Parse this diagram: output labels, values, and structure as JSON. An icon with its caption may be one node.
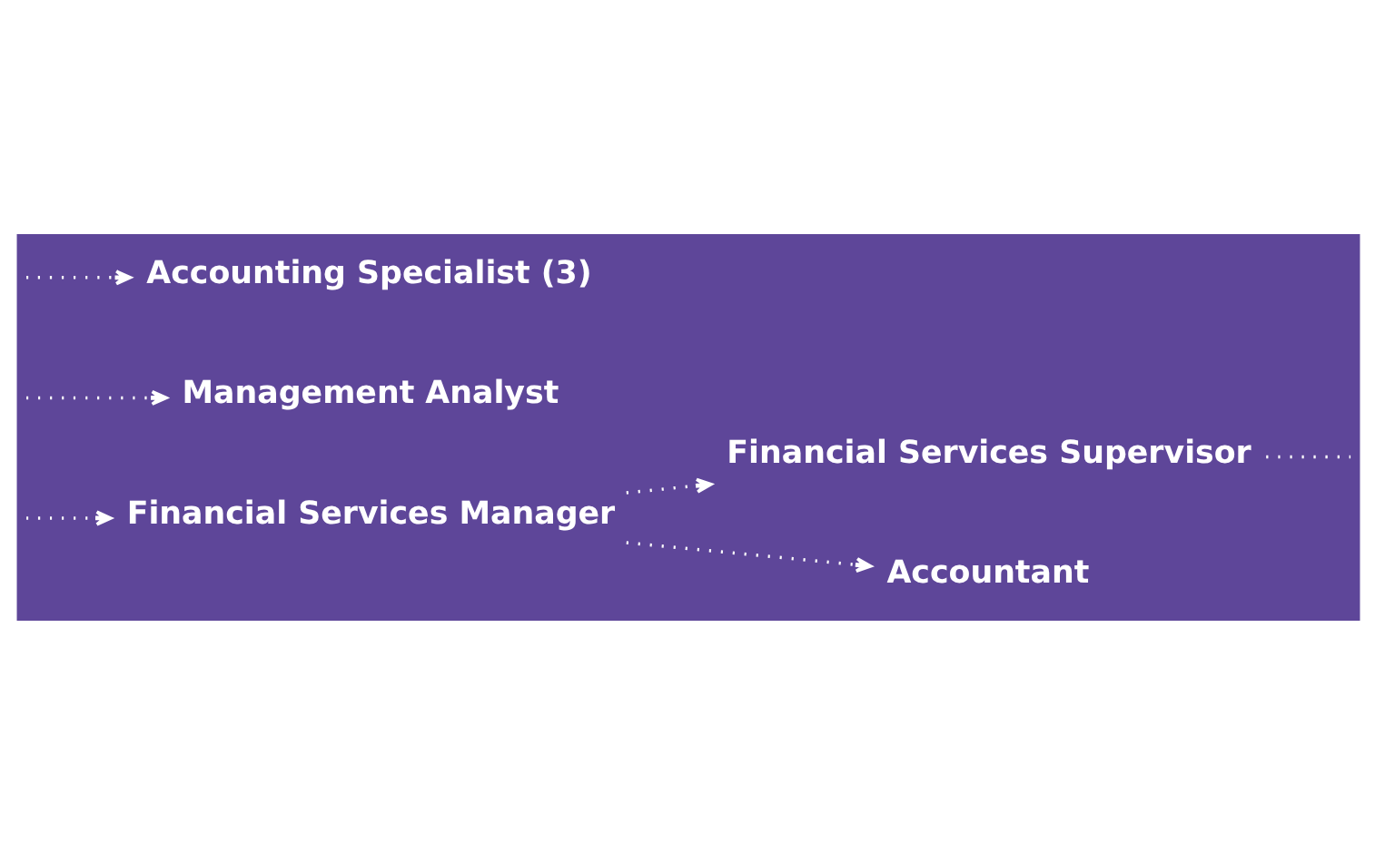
{
  "diagram": {
    "nodes": [
      {
        "text": [
          "Financial Services Manager"
        ]
      },
      {
        "text": [
          "Financial Services Supervisor"
        ]
      },
      {
        "text": [
          "Accountant"
        ]
      },
      {
        "text": [
          "Management Analyst"
        ]
      },
      {
        "text": [
          "Accounting Specialist (3)"
        ]
      }
    ],
    "edges": [
      {
        "from": null,
        "to": 0,
        "arrow": "to"
      },
      {
        "from": 0,
        "to": 1,
        "arrow": "to"
      },
      {
        "from": 0,
        "to": 2,
        "arrow": "to"
      },
      {
        "from": 1,
        "to": null,
        "arrow": "none"
      },
      {
        "from": null,
        "to": 3,
        "arrow": "to"
      },
      {
        "from": null,
        "to": 4,
        "arrow": "to"
      }
    ]
  }
}
